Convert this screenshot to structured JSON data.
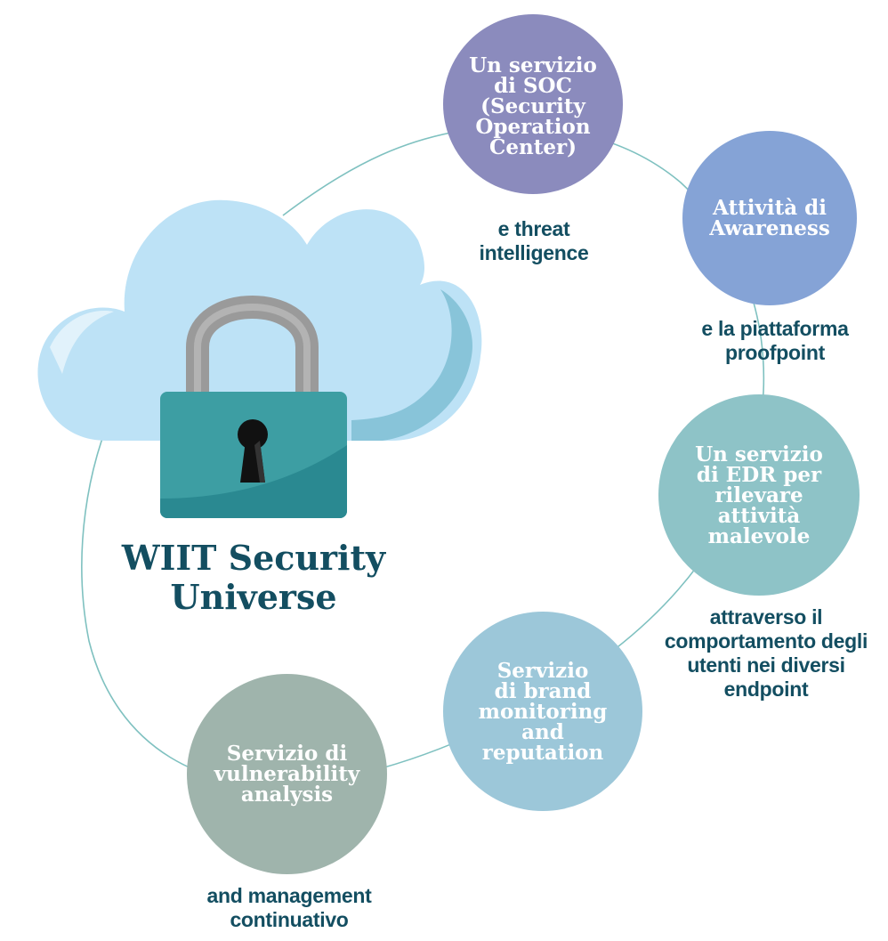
{
  "title": "WIIT Security\nUniverse",
  "nodes": [
    {
      "id": "soc",
      "label": "Un servizio\ndi SOC\n(Security\nOperation\nCenter)",
      "caption": "e threat\nintelligence",
      "color": "#8b8bbd"
    },
    {
      "id": "awareness",
      "label": "Attività di\nAwareness",
      "caption": "e la piattaforma\nproofpoint",
      "color": "#85a3d6"
    },
    {
      "id": "edr",
      "label": "Un servizio\ndi EDR per\nrilevare\nattività\nmalevole",
      "caption": "attraverso il\ncomportamento degli\nutenti nei diversi\nendpoint",
      "color": "#8ec3c7"
    },
    {
      "id": "brand",
      "label": "Servizio\ndi brand\nmonitoring\nand\nreputation",
      "caption": "",
      "color": "#9cc7d9"
    },
    {
      "id": "vulnerability",
      "label": "Servizio di\nvulnerability\nanalysis",
      "caption": "and management\ncontinuativo",
      "color": "#9fb4ac"
    }
  ],
  "icons": {
    "cloud": "cloud-icon",
    "padlock": "padlock-icon"
  },
  "colors": {
    "title": "#134e61",
    "caption": "#134e61",
    "orbit": "#7fc1c0",
    "cloud_light": "#bde2f6",
    "cloud_shade": "#88c4d9",
    "lock_body": "#3d9ea3",
    "lock_shackle": "#9a9a9a"
  }
}
